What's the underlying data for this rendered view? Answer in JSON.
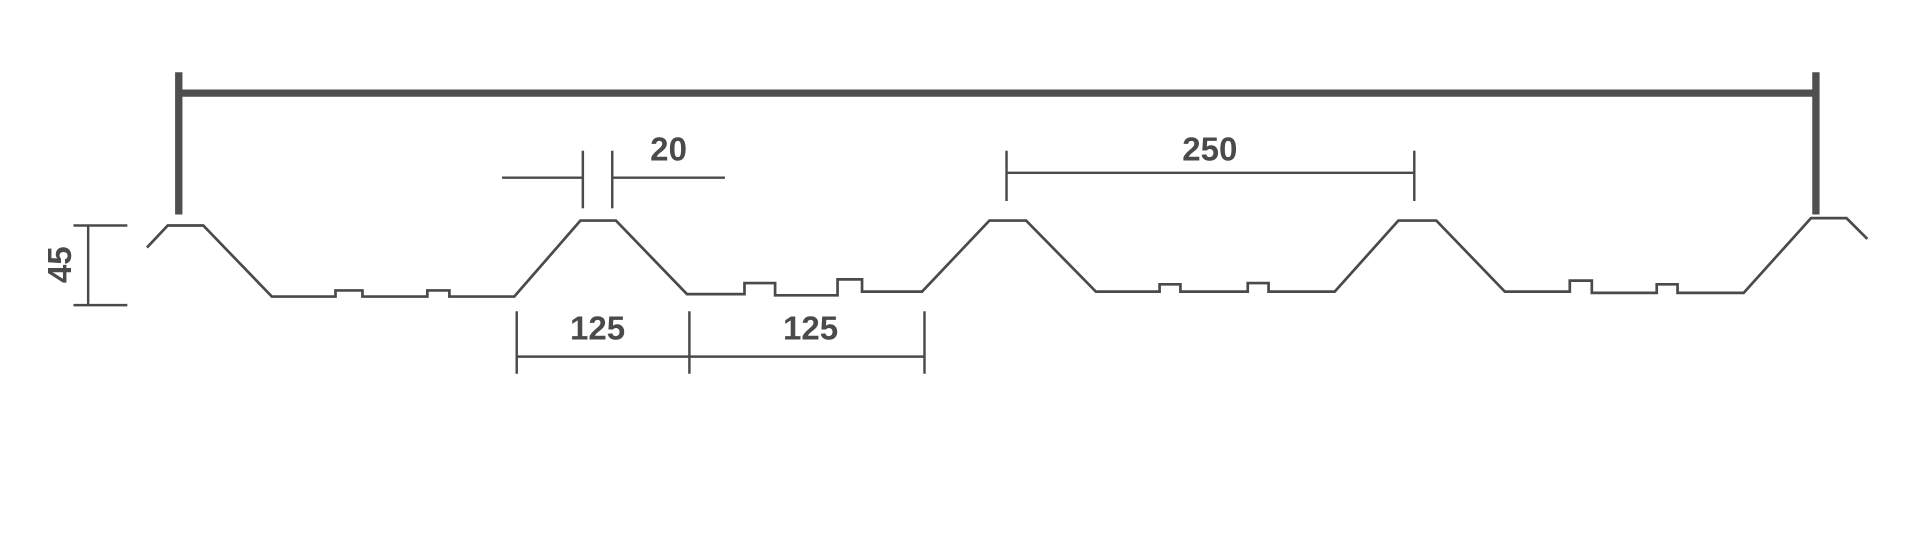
{
  "diagram": {
    "title": "Trapezoidal roof sheet profile",
    "stroke_color": "#4a4a4c",
    "dimensions": {
      "height": "45",
      "crest_width": "20",
      "pitch": "250",
      "half_pitch_left": "125",
      "half_pitch_right": "125"
    }
  }
}
